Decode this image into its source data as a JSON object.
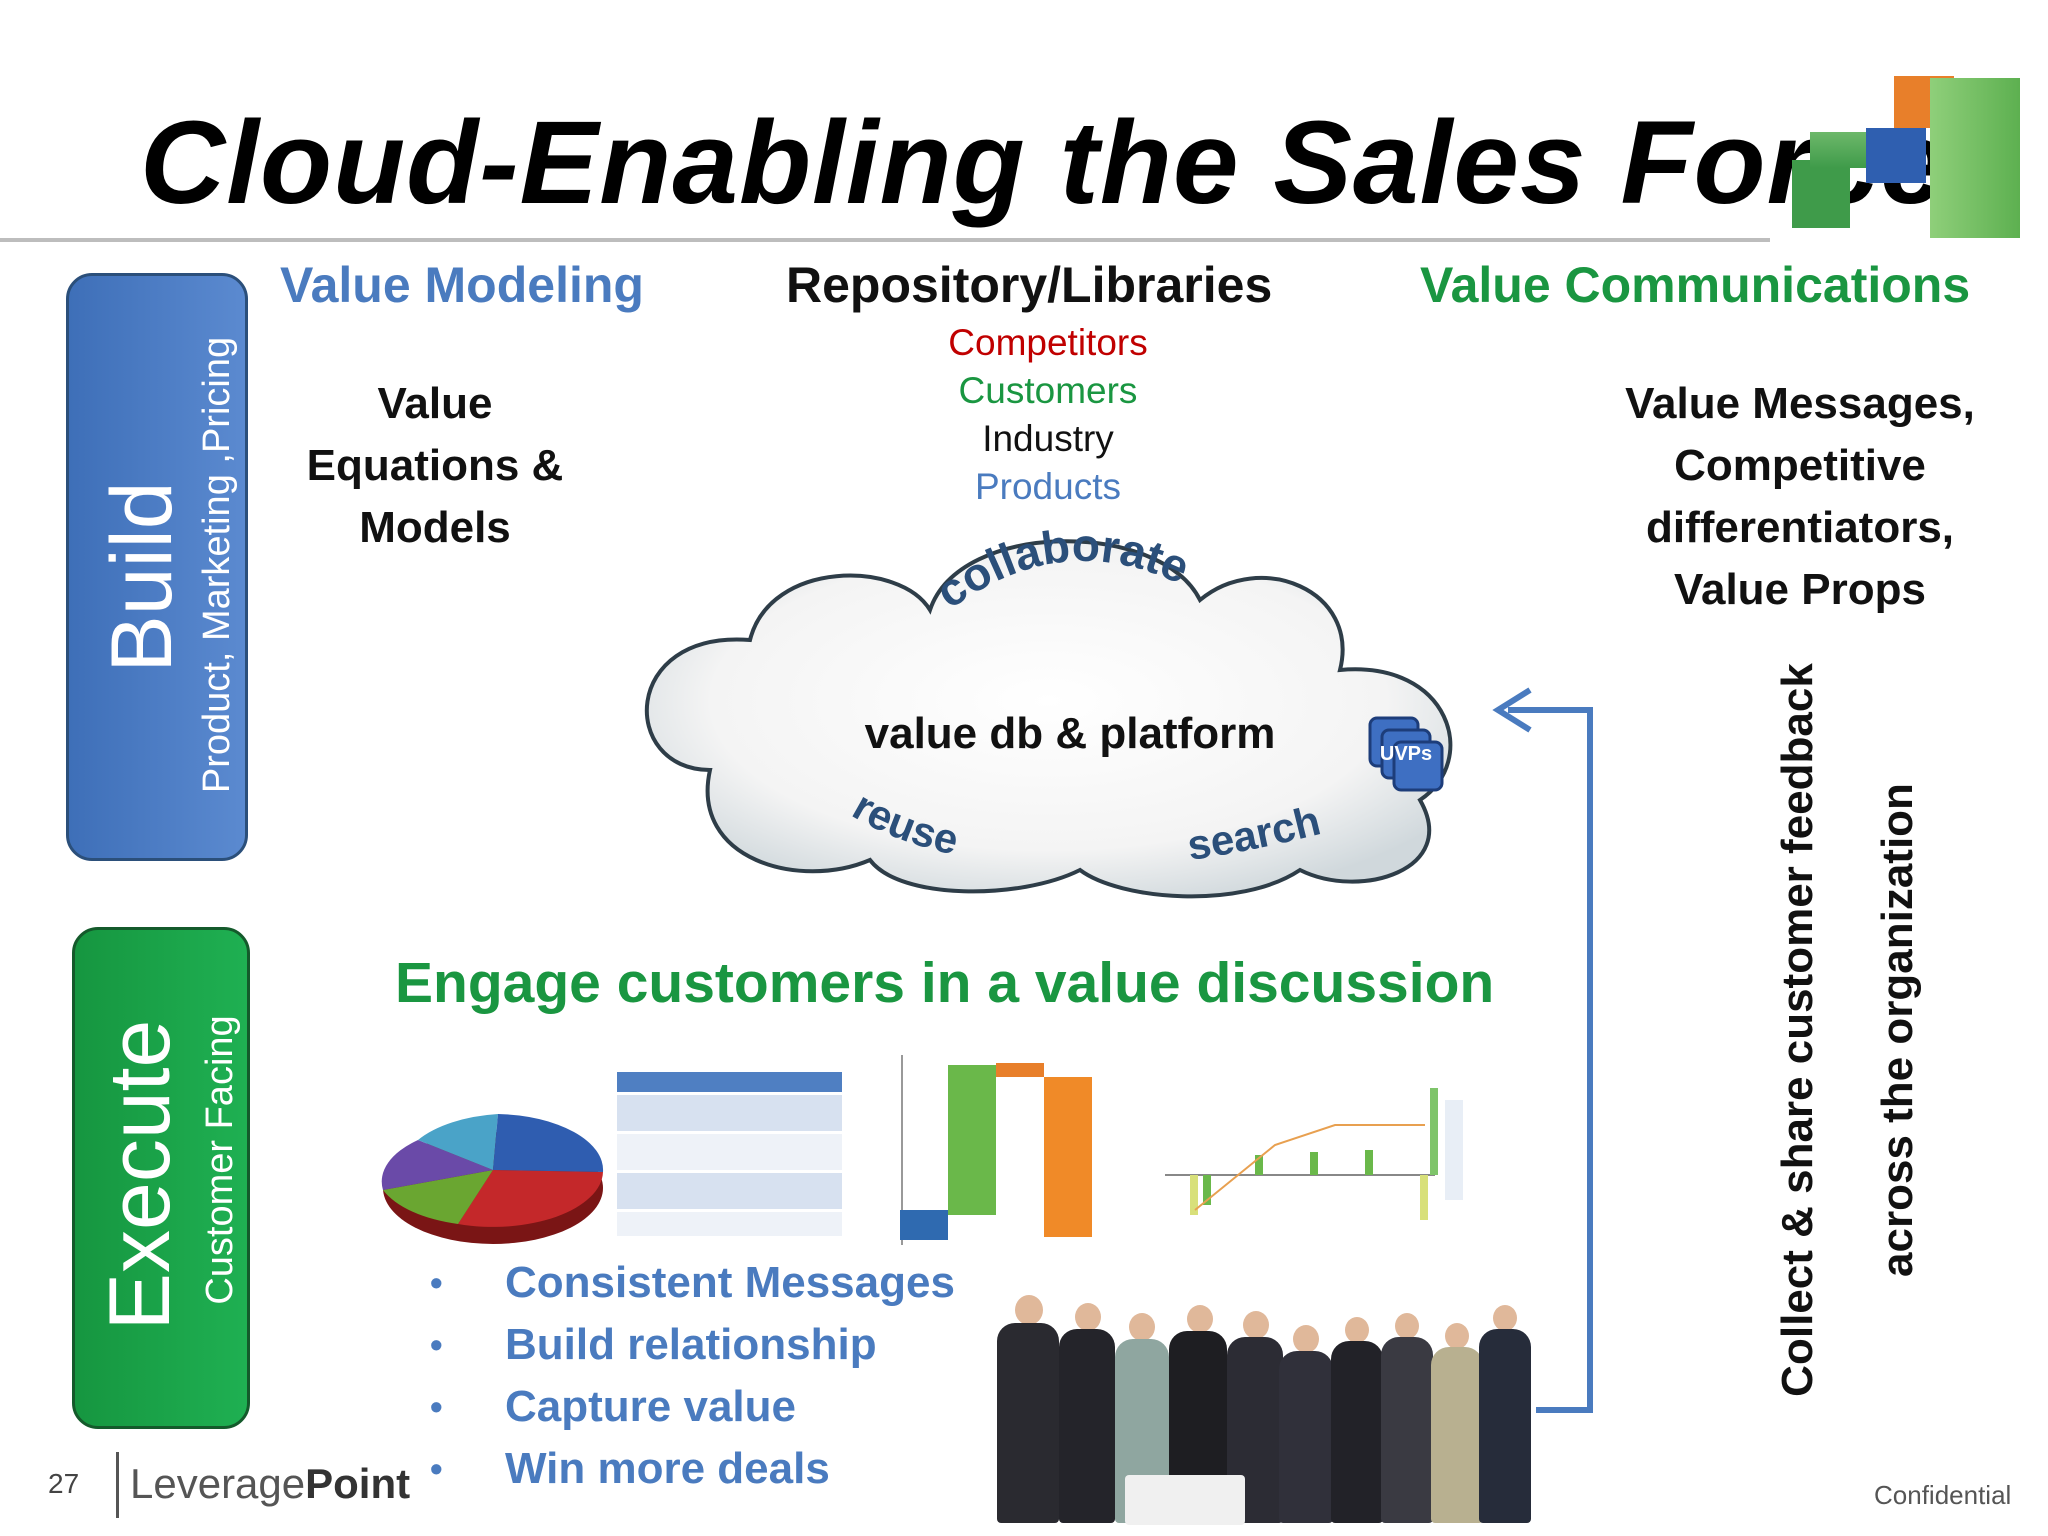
{
  "title": "Cloud-Enabling the Sales Force",
  "columns": {
    "left": {
      "heading": "Value Modeling",
      "body": [
        "Value",
        "Equations &",
        "Models"
      ]
    },
    "center": {
      "heading": "Repository/Libraries",
      "items": [
        {
          "label": "Competitors",
          "color": "#c00000"
        },
        {
          "label": "Customers",
          "color": "#1a9641"
        },
        {
          "label": "Industry",
          "color": "#111111"
        },
        {
          "label": "Products",
          "color": "#4a7bbf"
        }
      ]
    },
    "right": {
      "heading": "Value Communications",
      "body": [
        "Value Messages,",
        "Competitive",
        "differentiators,",
        "Value Props"
      ]
    }
  },
  "cloud": {
    "top": "collaborate",
    "center": "value db & platform",
    "left": "reuse",
    "right": "search",
    "badge": "UVPs"
  },
  "build": {
    "main": "Build",
    "sub": "Product, Marketing ,Pricing"
  },
  "execute": {
    "main": "Execute",
    "sub": "Customer Facing"
  },
  "engage": "Engage customers in a value discussion",
  "bullets": [
    "Consistent Messages",
    "Build relationship",
    "Capture value",
    "Win more deals"
  ],
  "feedback": [
    "Collect & share customer feedback",
    "across the organization"
  ],
  "footer": {
    "page": "27",
    "logo_a": "Leverage",
    "logo_b": "Point",
    "confidential": "Confidential"
  },
  "colors": {
    "blue": "#4a7bbf",
    "green": "#1a9641",
    "navy": "#2b4f7a"
  }
}
